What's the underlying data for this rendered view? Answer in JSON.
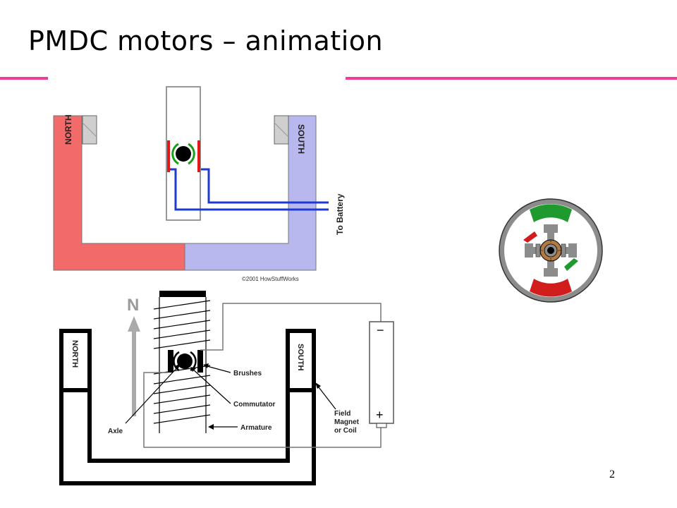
{
  "slide": {
    "title": "PMDC motors – animation",
    "page_number": "2"
  },
  "colors": {
    "accent_rule": "#ee3c97",
    "north_pole": "#f26a6a",
    "south_pole": "#b8b8ee",
    "wire": "#1e3ad6",
    "brush": "#e01818",
    "commutator": "#17a017",
    "rotor_gray": "#8c8c8c",
    "coil_brown": "#b07a40"
  },
  "top_diagram": {
    "north_label": "NORTH",
    "south_label": "SOUTH",
    "battery_label": "To Battery",
    "copyright": "©2001 HowStuffWorks"
  },
  "bottom_diagram": {
    "north_label": "NORTH",
    "south_label": "SOUTH",
    "arrow_label": "N",
    "brushes_label": "Brushes",
    "commutator_label": "Commutator",
    "armature_label": "Armature",
    "axle_label": "Axle",
    "field_label_line1": "Field",
    "field_label_line2": "Magnet",
    "field_label_line3": "or Coil",
    "battery_minus": "−",
    "battery_plus": "+"
  },
  "rotor_animation": {
    "icon": "motor-rotor-icon"
  }
}
